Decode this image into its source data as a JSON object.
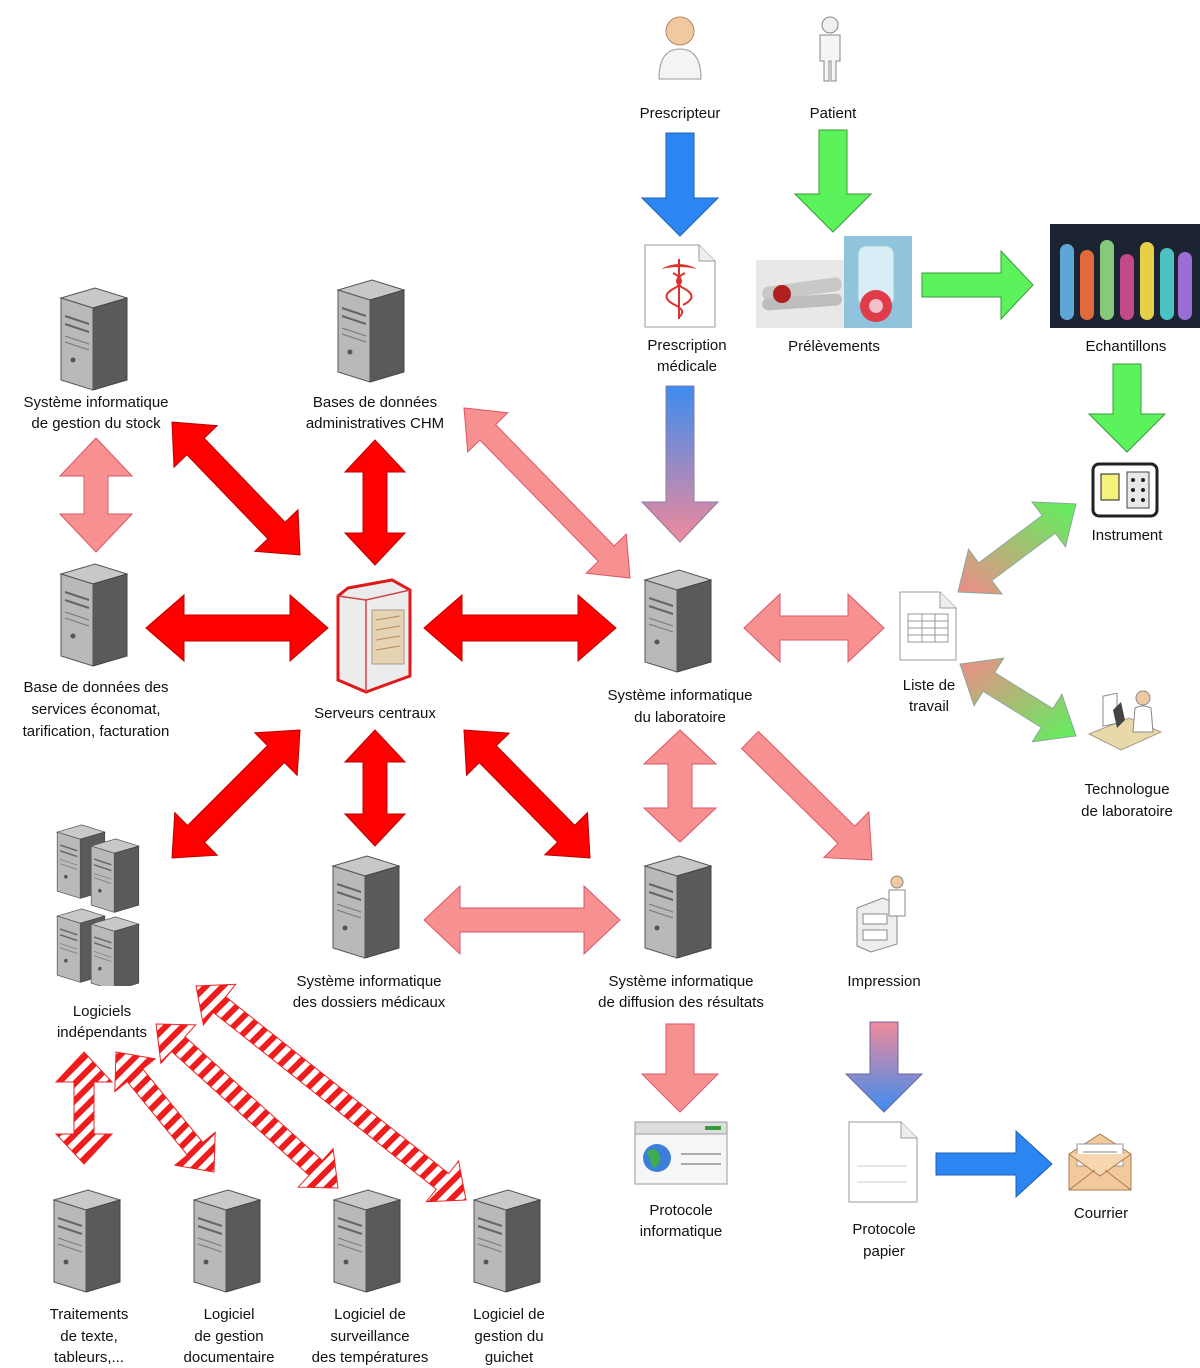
{
  "nodes": {
    "prescripteur": "Prescripteur",
    "patient": "Patient",
    "prescription_l1": "Prescription",
    "prescription_l2": "médicale",
    "prelevements": "Prélèvements",
    "echantillons": "Echantillons",
    "instrument": "Instrument",
    "stock_l1": "Système informatique",
    "stock_l2": "de gestion du stock",
    "admin_l1": "Bases de données",
    "admin_l2": "administratives CHM",
    "econ_l1": "Base de données des",
    "econ_l2": "services économat,",
    "econ_l3": "tarification, facturation",
    "central": "Serveurs centraux",
    "lab_l1": "Système informatique",
    "lab_l2": "du laboratoire",
    "liste_l1": "Liste de",
    "liste_l2": "travail",
    "techno_l1": "Technologue",
    "techno_l2": "de laboratoire",
    "indep_l1": "Logiciels",
    "indep_l2": "indépendants",
    "dossiers_l1": "Système informatique",
    "dossiers_l2": "des dossiers médicaux",
    "diffusion_l1": "Système informatique",
    "diffusion_l2": "de diffusion des résultats",
    "impression": "Impression",
    "proto_info_l1": "Protocole",
    "proto_info_l2": "informatique",
    "proto_papier_l1": "Protocole",
    "proto_papier_l2": "papier",
    "courrier": "Courrier",
    "traitements_l1": "Traitements",
    "traitements_l2": "de texte,",
    "traitements_l3": "tableurs,...",
    "gestdoc_l1": "Logiciel",
    "gestdoc_l2": "de gestion",
    "gestdoc_l3": "documentaire",
    "surv_l1": "Logiciel de",
    "surv_l2": "surveillance",
    "surv_l3": "des températures",
    "guichet_l1": "Logiciel de",
    "guichet_l2": "gestion du",
    "guichet_l3": "guichet"
  },
  "colors": {
    "strong_link": "#ff0000",
    "weak_link": "#f79191",
    "flow_blue": "#2b86f2",
    "flow_green": "#5cf25c",
    "server_grey": "#8f8f8f"
  }
}
